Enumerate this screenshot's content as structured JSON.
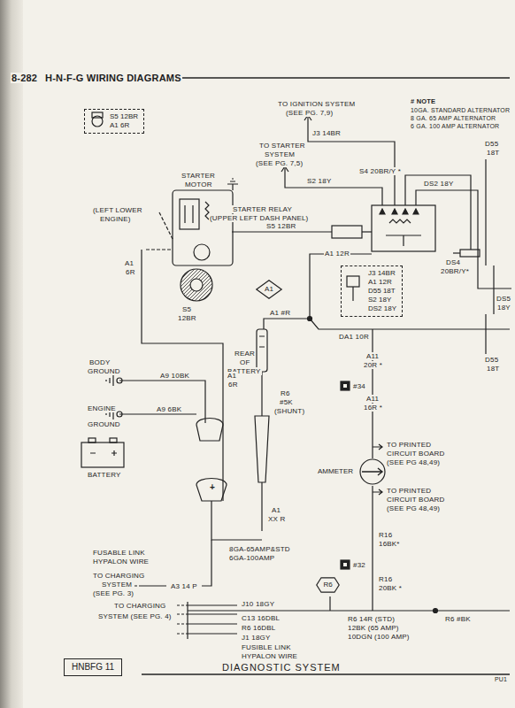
{
  "diagram": {
    "title": "H-N-F-G WIRING DIAGRAMS",
    "caption": "DIAGNOSTIC SYSTEM",
    "nodes": [
      {
        "text": [
          "S5 12BR",
          "A1 6R"
        ]
      },
      {
        "text": [
          "J3 14BR",
          "A1 12R",
          "D55 18T",
          "S2 18Y",
          "DS2 18Y"
        ]
      },
      {
        "text": [
          "A1"
        ]
      },
      {
        "text": [
          "AMMETER"
        ]
      },
      {
        "text": [
          "R6"
        ]
      },
      {
        "text": [
          "HNBFG 11"
        ]
      }
    ],
    "labels": [
      "8-282",
      "TO IGNITION SYSTEM",
      "(SEE PG. 7,9)",
      "J3 14BR",
      "# NOTE",
      "10GA. STANDARD ALTERNATOR",
      "8 GA. 65 AMP ALTERNATOR",
      "6 GA. 100 AMP ALTERNATOR",
      "TO STARTER",
      "SYSTEM",
      "(SEE PG. 7,5)",
      "S4 20BR/Y *",
      "D55",
      "18T",
      "S2 18Y",
      "DS2 18Y",
      "STARTER",
      "MOTOR",
      "(LEFT LOWER",
      "ENGINE)",
      "STARTER RELAY",
      "(UPPER LEFT DASH PANEL)",
      "S5 12BR",
      "A1 12R",
      "DS4",
      "20BR/Y*",
      "A1",
      "6R",
      "S5",
      "12BR",
      "A1 #R",
      "DA1 10R",
      "DS5",
      "18Y",
      "D55",
      "18T",
      "REAR",
      "OF",
      "BATTERY",
      "BODY",
      "GROUND",
      "A9 10BK",
      "A11",
      "20R *",
      "#34",
      "A11",
      "16R *",
      "A1",
      "6R",
      "R6",
      "#5K",
      "(SHUNT)",
      "ENGINE",
      "GROUND",
      "A9 6BK",
      "TO PRINTED",
      "CIRCUIT BOARD",
      "(SEE PG 48,49)",
      "BATTERY",
      "TO PRINTED",
      "CIRCUIT BOARD",
      "(SEE PG 48,49)",
      "A1",
      "XX R",
      "+",
      "R16",
      "16BK*",
      "#32",
      "R16",
      "20BK *",
      "FUSABLE LINK",
      "HYPALON WIRE",
      "8GA-65AMP&STD",
      "6GA-100AMP",
      "TO CHARGING",
      "SYSTEM",
      "(SEE PG. 3)",
      "A3 14 P",
      "TO CHARGING",
      "SYSTEM (SEE PG. 4)",
      "J10 18GY",
      "C13 16DBL",
      "R6 16DBL",
      "J1 18GY",
      "FUSIBLE LINK",
      "HYPALON WIRE",
      "R6 14R (STD)",
      "12BK (65 AMP)",
      "10DGN (100 AMP)",
      "R6 #BK",
      "PU1"
    ]
  }
}
